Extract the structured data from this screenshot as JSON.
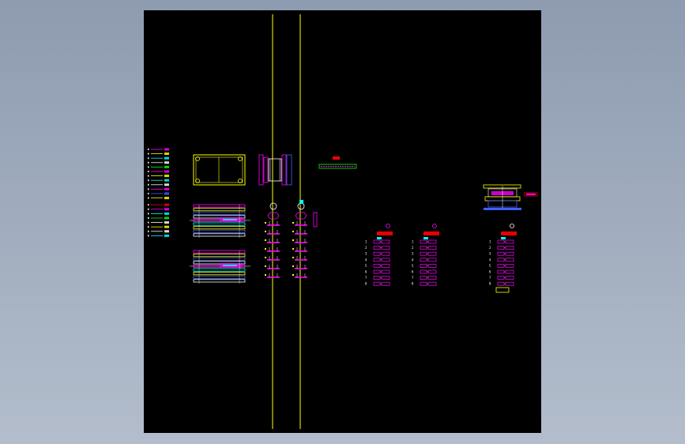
{
  "viewport": {
    "background_top": "#8e9bb0",
    "background_bottom": "#b3bdcc",
    "canvas_color": "#000000"
  },
  "colors": {
    "yellow": "#ffff00",
    "magenta": "#ff00ff",
    "cyan": "#00ffff",
    "white": "#ffffff",
    "red": "#ff0000",
    "green": "#00ff00",
    "blue": "#4060ff"
  },
  "drawing": {
    "legend_count": 20,
    "column_a_labels": [
      "1",
      "2",
      "3",
      "4",
      "5",
      "6",
      "7",
      "8"
    ],
    "column_b_labels": [
      "1",
      "2",
      "3",
      "4",
      "5",
      "6",
      "7",
      "8"
    ],
    "column_c_labels": [
      "1",
      "2",
      "3",
      "4",
      "5",
      "6",
      "7",
      "8"
    ]
  }
}
